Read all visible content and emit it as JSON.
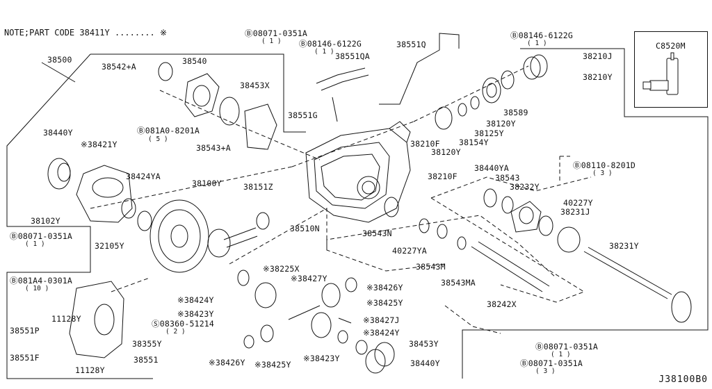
{
  "note": "NOTE;PART CODE  38411Y ........ ※",
  "diagram_code": "J38100B0",
  "tool_box": {
    "label": "C8520M"
  },
  "labels": [
    {
      "id": "38500",
      "text": "38500"
    },
    {
      "id": "38542A",
      "text": "38542+A"
    },
    {
      "id": "38540",
      "text": "38540"
    },
    {
      "id": "38453X",
      "text": "38453X"
    },
    {
      "id": "08071-0351A-top",
      "text": "Ⓑ08071-0351A"
    },
    {
      "id": "08146-6122G-a",
      "text": "Ⓑ08146-6122G"
    },
    {
      "id": "38551QA",
      "text": "38551QA"
    },
    {
      "id": "38551Q",
      "text": "38551Q"
    },
    {
      "id": "08146-6122G-b",
      "text": "Ⓑ08146-6122G"
    },
    {
      "id": "38210J",
      "text": "38210J"
    },
    {
      "id": "38210Y",
      "text": "38210Y"
    },
    {
      "id": "081A0-8201A",
      "text": "Ⓑ081A0-8201A"
    },
    {
      "id": "38543A",
      "text": "38543+A"
    },
    {
      "id": "38551G",
      "text": "38551G"
    },
    {
      "id": "38589",
      "text": "38589"
    },
    {
      "id": "38120Y-a",
      "text": "38120Y"
    },
    {
      "id": "38125Y",
      "text": "38125Y"
    },
    {
      "id": "38154Y",
      "text": "38154Y"
    },
    {
      "id": "38210F-a",
      "text": "38210F"
    },
    {
      "id": "38120Y-b",
      "text": "38120Y"
    },
    {
      "id": "38440Y-a",
      "text": "38440Y"
    },
    {
      "id": "38421Y",
      "text": "※38421Y"
    },
    {
      "id": "38424YA",
      "text": "38424YA"
    },
    {
      "id": "38100Y",
      "text": "38100Y"
    },
    {
      "id": "38151Z",
      "text": "38151Z"
    },
    {
      "id": "38210F-b",
      "text": "38210F"
    },
    {
      "id": "08110-8201D",
      "text": "Ⓑ08110-8201D"
    },
    {
      "id": "38440YA",
      "text": "38440YA"
    },
    {
      "id": "38543",
      "text": "38543"
    },
    {
      "id": "38232Y",
      "text": "38232Y"
    },
    {
      "id": "40227Y",
      "text": "40227Y"
    },
    {
      "id": "38231J",
      "text": "38231J"
    },
    {
      "id": "38102Y",
      "text": "38102Y"
    },
    {
      "id": "38510N",
      "text": "38510N"
    },
    {
      "id": "38543N",
      "text": "38543N"
    },
    {
      "id": "08071-0351A-left",
      "text": "Ⓑ08071-0351A"
    },
    {
      "id": "32105Y",
      "text": "32105Y"
    },
    {
      "id": "40227YA",
      "text": "40227YA"
    },
    {
      "id": "38543M",
      "text": "38543M"
    },
    {
      "id": "38231Y",
      "text": "38231Y"
    },
    {
      "id": "38543MA",
      "text": "38543MA"
    },
    {
      "id": "081A4-0301A",
      "text": "Ⓑ081A4-0301A"
    },
    {
      "id": "38225X",
      "text": "※38225X"
    },
    {
      "id": "38427Y",
      "text": "※38427Y"
    },
    {
      "id": "38426Y-a",
      "text": "※38426Y"
    },
    {
      "id": "38424Y-a",
      "text": "※38424Y"
    },
    {
      "id": "38425Y-a",
      "text": "※38425Y"
    },
    {
      "id": "38242X",
      "text": "38242X"
    },
    {
      "id": "38423Y-a",
      "text": "※38423Y"
    },
    {
      "id": "11128Y-a",
      "text": "11128Y"
    },
    {
      "id": "08360-51214",
      "text": "Ⓢ08360-51214"
    },
    {
      "id": "38427J",
      "text": "※38427J"
    },
    {
      "id": "38551P",
      "text": "38551P"
    },
    {
      "id": "38424Y-b",
      "text": "※38424Y"
    },
    {
      "id": "38355Y",
      "text": "38355Y"
    },
    {
      "id": "38453Y",
      "text": "38453Y"
    },
    {
      "id": "08071-0351A-br1",
      "text": "Ⓑ08071-0351A"
    },
    {
      "id": "38551F",
      "text": "38551F"
    },
    {
      "id": "38551",
      "text": "38551"
    },
    {
      "id": "11128Y-b",
      "text": "11128Y"
    },
    {
      "id": "38426Y-b",
      "text": "※38426Y"
    },
    {
      "id": "38425Y-b",
      "text": "※38425Y"
    },
    {
      "id": "38423Y-b",
      "text": "※38423Y"
    },
    {
      "id": "38440Y-b",
      "text": "38440Y"
    },
    {
      "id": "08071-0351A-br2",
      "text": "Ⓑ08071-0351A"
    }
  ],
  "quantities": [
    {
      "id": "q-08071-top",
      "text": "( 1 )"
    },
    {
      "id": "q-08146-a",
      "text": "( 1 )"
    },
    {
      "id": "q-08146-b",
      "text": "( 1 )"
    },
    {
      "id": "q-081A0",
      "text": "( 5 )"
    },
    {
      "id": "q-08110",
      "text": "( 3 )"
    },
    {
      "id": "q-08071-left",
      "text": "( 1 )"
    },
    {
      "id": "q-081A4",
      "text": "( 10 )"
    },
    {
      "id": "q-08360",
      "text": "( 2 )"
    },
    {
      "id": "q-08071-br1",
      "text": "( 1 )"
    },
    {
      "id": "q-08071-br2",
      "text": "( 3 )"
    }
  ]
}
